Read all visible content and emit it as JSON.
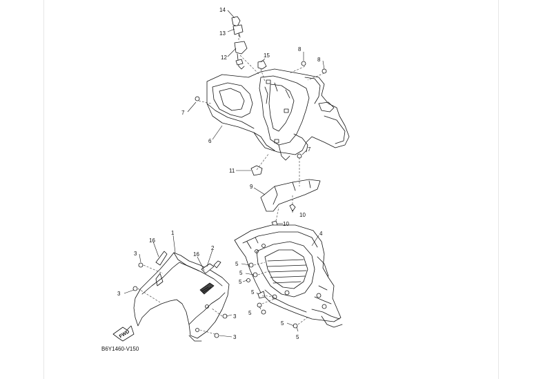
{
  "diagram": {
    "code": "B6Y1460-V150",
    "fwd_label": "FWD",
    "labels": {
      "14": "14",
      "13": "13",
      "12": "12",
      "15": "15",
      "8a": "8",
      "8b": "8",
      "7a": "7",
      "6": "6",
      "7b": "7",
      "11": "11",
      "9": "9",
      "10a": "10",
      "10b": "10",
      "4": "4",
      "1": "1",
      "16a": "16",
      "2": "2",
      "16b": "16",
      "3a": "3",
      "3b": "3",
      "3c": "3",
      "3d": "3",
      "5a": "5",
      "5b": "5",
      "5c": "5",
      "5d": "5",
      "5e": "5",
      "5f": "5",
      "5g": "5"
    }
  }
}
